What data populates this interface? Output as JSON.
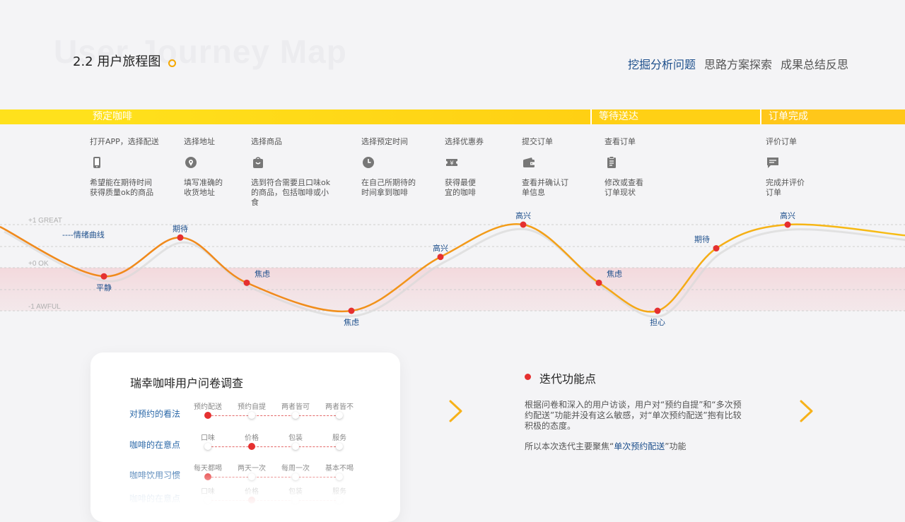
{
  "header": {
    "watermark": "User Journey Map",
    "title": "2.2 用户旅程图",
    "nav": [
      "挖掘分析问题",
      "思路方案探索",
      "成果总结反思"
    ],
    "nav_active": 0
  },
  "stages": [
    {
      "label": "预定咖啡"
    },
    {
      "label": "等待送达"
    },
    {
      "label": "订单完成"
    }
  ],
  "steps": [
    {
      "name": "打开APP，选择配送",
      "icon": "phone-icon",
      "desc1": "希望能在期待时间",
      "desc2": "获得质量ok的商品"
    },
    {
      "name": "选择地址",
      "icon": "location-pin-icon",
      "desc1": "填写准确的",
      "desc2": "收货地址"
    },
    {
      "name": "选择商品",
      "icon": "shopping-bag-icon",
      "desc1": "选到符合需要且口味ok",
      "desc2": "的商品，包括咖啡或小食"
    },
    {
      "name": "选择预定时间",
      "icon": "clock-icon",
      "desc1": "在自己所期待的",
      "desc2": "时间拿到咖啡"
    },
    {
      "name": "选择优惠券",
      "icon": "coupon-icon",
      "desc1": "获得最便",
      "desc2": "宜的咖啡"
    },
    {
      "name": "提交订单",
      "icon": "wallet-icon",
      "desc1": "查看并确认订",
      "desc2": "单信息"
    },
    {
      "name": "查看订单",
      "icon": "clipboard-icon",
      "desc1": "修改或查看",
      "desc2": "订单现状"
    },
    {
      "name": "评价订单",
      "icon": "comment-icon",
      "desc1": "完成并评价",
      "desc2": "订单"
    }
  ],
  "chart_data": {
    "type": "line",
    "y_levels": [
      "+1 GREAT",
      "+0 OK",
      "-1 AWFUL"
    ],
    "series_label": "----情绪曲线",
    "points": [
      {
        "emotion": "平静",
        "value": -0.2
      },
      {
        "emotion": "期待",
        "value": 0.7
      },
      {
        "emotion": "焦虑",
        "value": -0.35
      },
      {
        "emotion": "焦虑",
        "value": -1.0
      },
      {
        "emotion": "高兴",
        "value": 0.25
      },
      {
        "emotion": "高兴",
        "value": 1.0
      },
      {
        "emotion": "焦虑",
        "value": -0.35
      },
      {
        "emotion": "担心",
        "value": -1.0
      },
      {
        "emotion": "期待",
        "value": 0.45
      },
      {
        "emotion": "高兴",
        "value": 1.0
      }
    ],
    "colors": {
      "curve": "#f7bd14",
      "curve_start": "#f08a1c",
      "point": "#e53030",
      "negative_band": "#f4dde0",
      "label": "#1d4f8c"
    }
  },
  "survey": {
    "title": "瑞幸咖啡用户问卷调查",
    "questions": [
      {
        "label": "对预约的看法",
        "options": [
          "预约配送",
          "预约自提",
          "两者皆可",
          "两者皆不"
        ],
        "selected": 0
      },
      {
        "label": "咖啡的在意点",
        "options": [
          "口味",
          "价格",
          "包装",
          "服务"
        ],
        "selected": 1
      },
      {
        "label": "咖啡饮用习惯",
        "options": [
          "每天都喝",
          "两天一次",
          "每周一次",
          "基本不喝"
        ],
        "selected": 0
      },
      {
        "label": "咖啡的在意点",
        "options": [
          "口味",
          "价格",
          "包装",
          "服务"
        ],
        "selected": 1
      }
    ]
  },
  "iteration": {
    "title": "迭代功能点",
    "para1": "根据问卷和深入的用户访谈，用户对“预约自提”和“多次预约配送”功能并没有这么敏感，对“单次预约配送”抱有比较积极的态度。",
    "para2_prefix": "所以本次迭代主要聚焦“",
    "para2_highlight": "单次预约配送",
    "para2_suffix": "”功能"
  }
}
